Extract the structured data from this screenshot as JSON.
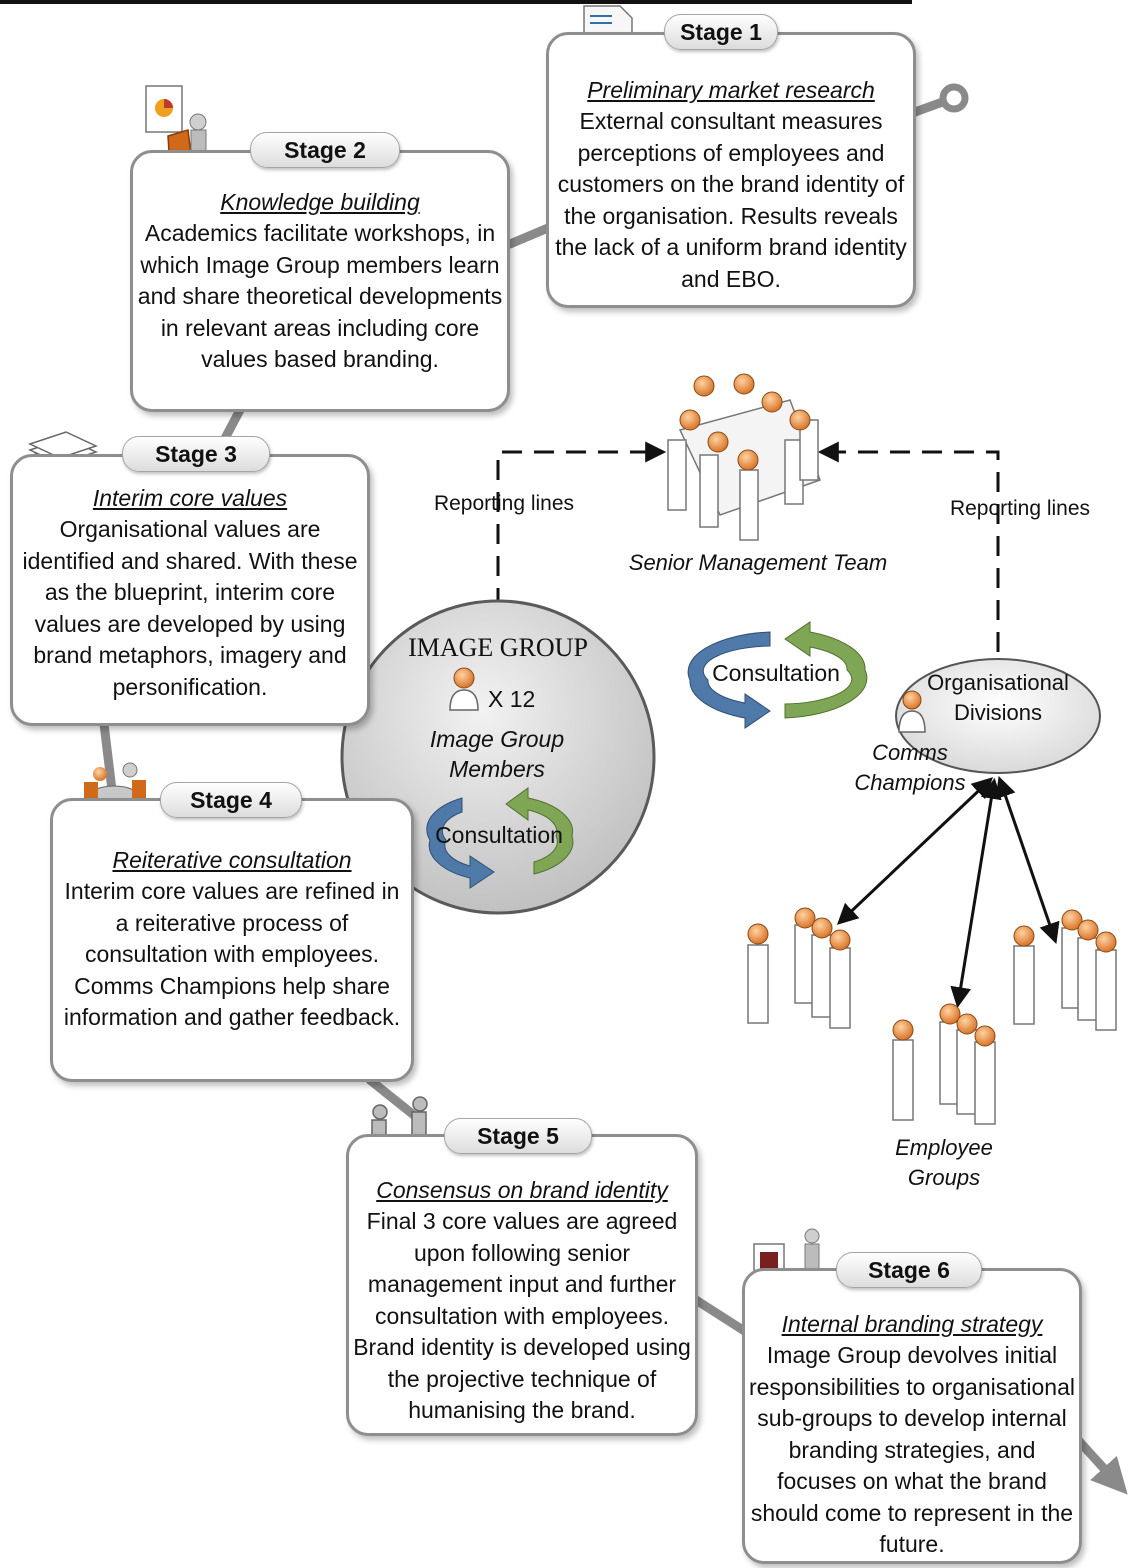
{
  "stages": [
    {
      "label": "Stage 1",
      "title": "Preliminary market research",
      "body": "External consultant measures perceptions of employees and customers on the brand identity of the organisation. Results reveals the lack of a uniform brand identity and EBO."
    },
    {
      "label": "Stage 2",
      "title": "Knowledge building",
      "body": "Academics facilitate workshops, in which Image Group members learn and share theoretical developments in relevant areas including core values based branding."
    },
    {
      "label": "Stage 3",
      "title": "Interim core values",
      "body": "Organisational values are identified and shared. With these as the blueprint, interim core values are developed by using brand metaphors, imagery and personification."
    },
    {
      "label": "Stage 4",
      "title": "Reiterative consultation",
      "body": "Interim core values are refined in a reiterative process of consultation with employees. Comms Champions help share information and gather feedback."
    },
    {
      "label": "Stage 5",
      "title": "Consensus on brand identity",
      "body": "Final 3 core values are agreed upon following senior management input and further consultation with employees. Brand identity is developed using the projective technique of humanising the brand."
    },
    {
      "label": "Stage 6",
      "title": "Internal branding strategy",
      "body": "Image Group devolves initial responsibilities to organisational sub-groups to develop internal branding strategies, and focuses on what the brand should come to represent in the future."
    }
  ],
  "image_group": {
    "title": "IMAGE GROUP",
    "count": "X 12",
    "members": "Image Group Members",
    "consultation": "Consultation"
  },
  "senior_team": "Senior Management Team",
  "reporting_left": "Reporting lines",
  "reporting_right": "Reporting lines",
  "consultation_mid": "Consultation",
  "org_divisions": "Organisational Divisions",
  "comms_champions": "Comms Champions",
  "employee_groups": "Employee Groups",
  "colors": {
    "box_border": "#8e8e8e",
    "arrow_blue": "#4f79a8",
    "arrow_green": "#7fa654",
    "person": "#e08a3c"
  }
}
